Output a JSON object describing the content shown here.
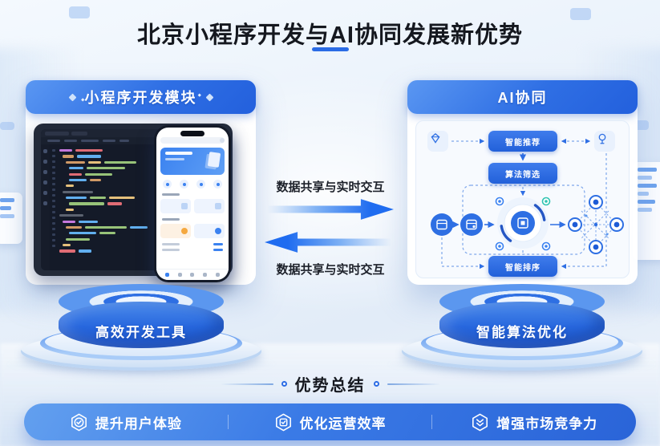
{
  "title": {
    "text": "北京小程序开发与AI协同发展新优势"
  },
  "panels": {
    "left": {
      "header": "小程序开发模块",
      "pedestal": "高效开发工具"
    },
    "right": {
      "header": "AI协同",
      "pedestal": "智能算法优化"
    }
  },
  "exchange": {
    "top": "数据共享与实时交互",
    "bottom": "数据共享与实时交互"
  },
  "diagram": {
    "pill_top": "智能推荐",
    "pill_mid": "算法筛选",
    "pill_bottom": "智能排序"
  },
  "summary": {
    "heading": "优势总结",
    "items": [
      {
        "icon": "hexagon-check-icon",
        "label": "提升用户体验"
      },
      {
        "icon": "hexagon-task-icon",
        "label": "优化运营效率"
      },
      {
        "icon": "hexagon-chevrons-icon",
        "label": "增强市场竞争力"
      }
    ]
  },
  "colors": {
    "accent": "#2b6ce5",
    "title_text": "#15181f",
    "header_gradient_start": "#5a97f2",
    "header_gradient_end": "#2360dd",
    "bar_gradient_start": "#63a0ef",
    "bar_gradient_end": "#2a64d8"
  }
}
